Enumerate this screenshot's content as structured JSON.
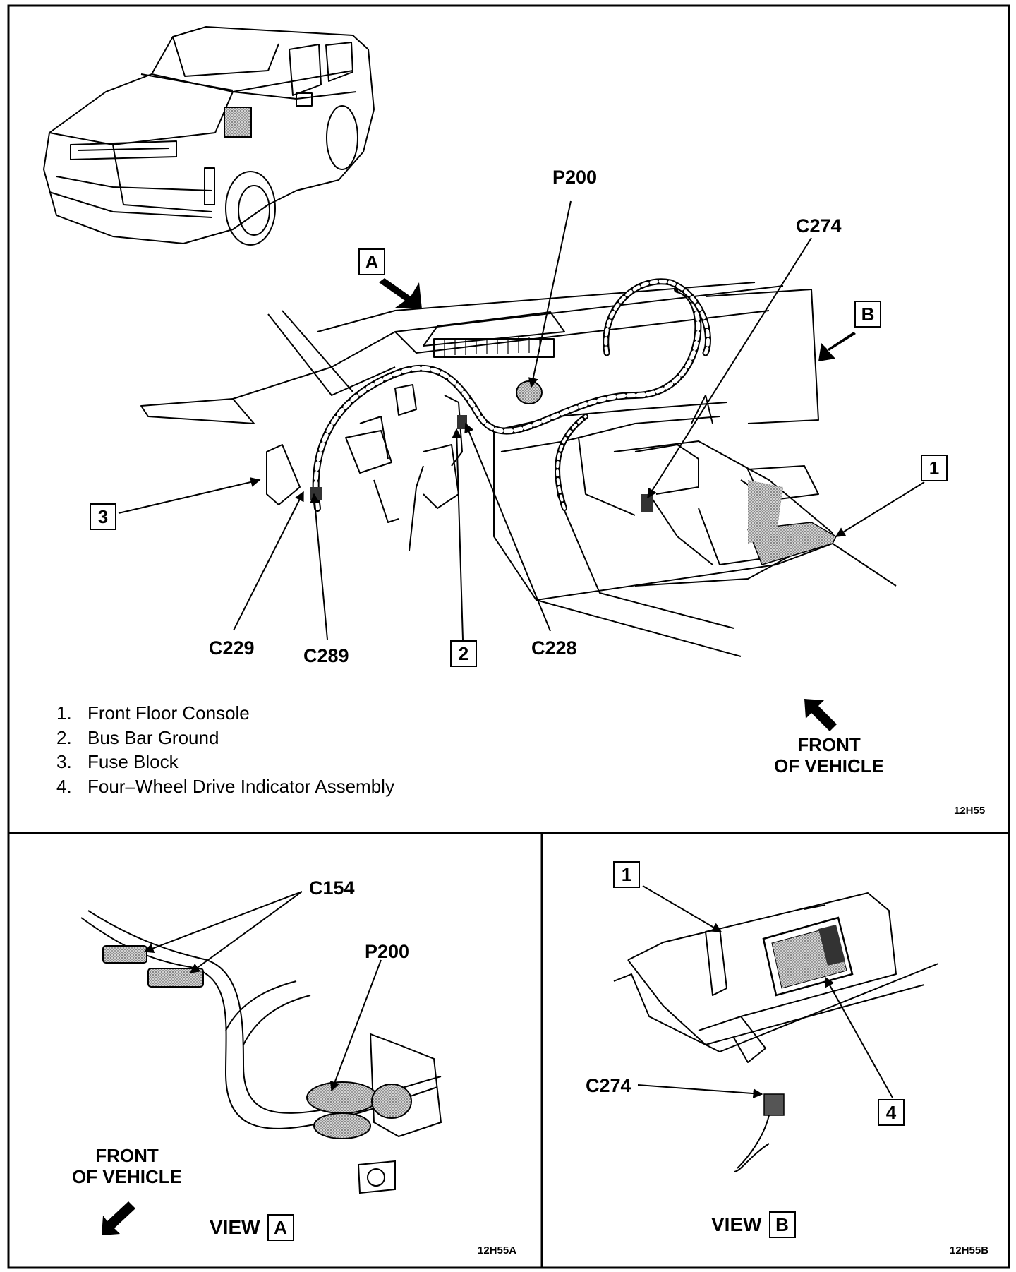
{
  "main": {
    "callouts": {
      "p200": "P200",
      "c274": "C274",
      "c229": "C229",
      "c289": "C289",
      "c228": "C228"
    },
    "view_markers": {
      "a": "A",
      "b": "B"
    },
    "item_markers": {
      "one": "1",
      "two": "2",
      "three": "3"
    },
    "legend": [
      {
        "num": "1.",
        "text": "Front Floor Console"
      },
      {
        "num": "2.",
        "text": "Bus Bar Ground"
      },
      {
        "num": "3.",
        "text": "Fuse Block"
      },
      {
        "num": "4.",
        "text": "Four–Wheel Drive Indicator Assembly"
      }
    ],
    "front_line1": "FRONT",
    "front_line2": "OF VEHICLE",
    "figure_code": "12H55"
  },
  "view_a": {
    "c154": "C154",
    "p200": "P200",
    "front_line1": "FRONT",
    "front_line2": "OF VEHICLE",
    "view_word": "VIEW",
    "view_letter": "A",
    "figure_code": "12H55A"
  },
  "view_b": {
    "marker_one": "1",
    "marker_four": "4",
    "c274": "C274",
    "view_word": "VIEW",
    "view_letter": "B",
    "figure_code": "12H55B"
  }
}
